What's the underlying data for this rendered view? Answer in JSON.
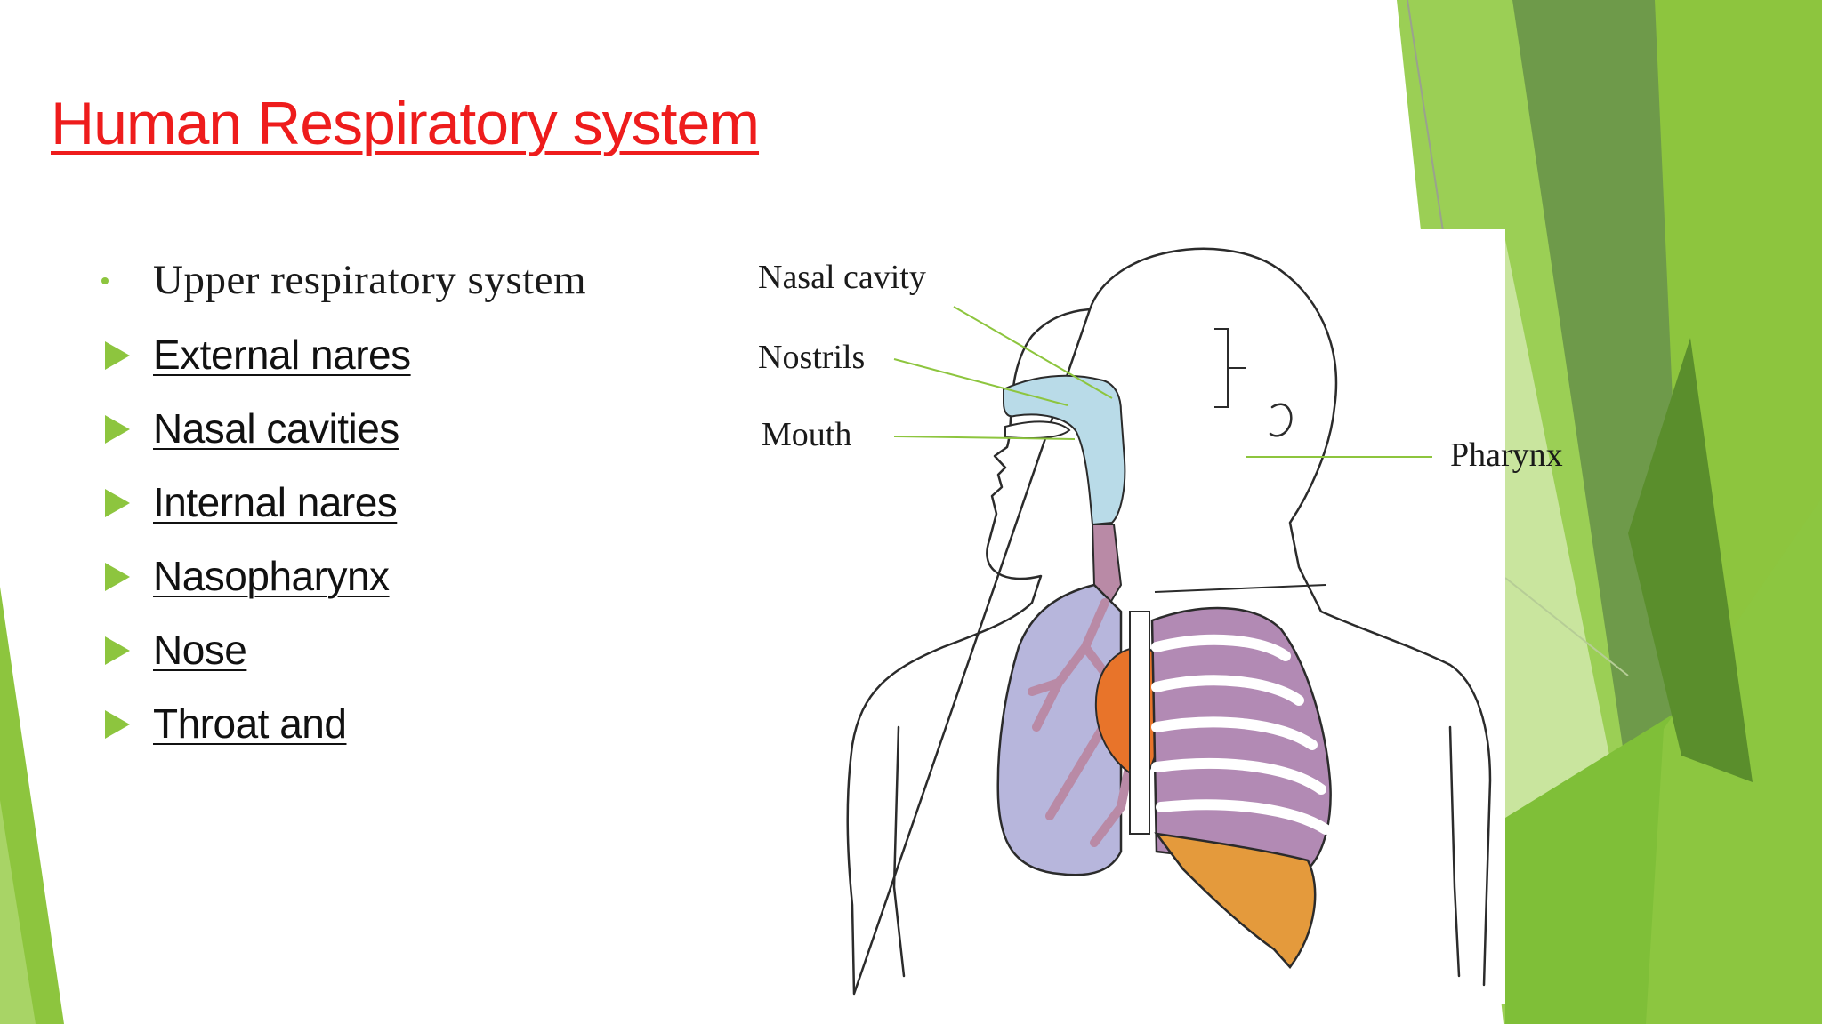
{
  "slide": {
    "title": "Human Respiratory system",
    "bullets": [
      {
        "text": "Upper respiratory system",
        "style": "plain",
        "marker": "dot"
      },
      {
        "text": "External nares",
        "style": "link",
        "marker": "triangle"
      },
      {
        "text": "Nasal cavities",
        "style": "link",
        "marker": "triangle"
      },
      {
        "text": "Internal nares",
        "style": "link",
        "marker": "triangle"
      },
      {
        "text": "Nasopharynx",
        "style": "link",
        "marker": "triangle"
      },
      {
        "text": "Nose",
        "style": "link",
        "marker": "triangle"
      },
      {
        "text": "Throat and ",
        "style": "link",
        "marker": "triangle"
      }
    ]
  },
  "diagram": {
    "labels": {
      "nasal_cavity": "Nasal cavity",
      "nostrils": "Nostrils",
      "mouth": "Mouth",
      "pharynx": "Pharynx"
    }
  },
  "colors": {
    "title": "#ee1c1c",
    "accent": "#8dc53e",
    "leader_line": "#8dc53e",
    "airway": "#b9dbe8",
    "lung": "#b7b6dc",
    "bronchi": "#b98aa6",
    "heart": "#e8742a",
    "muscle": "#b28ab4",
    "diaphragm": "#e49a3c"
  }
}
